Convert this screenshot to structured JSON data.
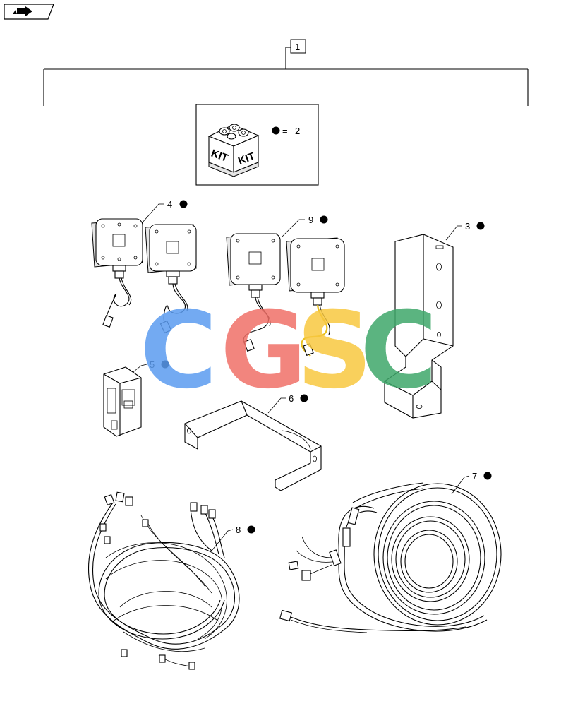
{
  "assembly": {
    "number": "1"
  },
  "kit": {
    "text_left": "KIT",
    "text_right": "KIT",
    "equals": "=",
    "quantity": "2"
  },
  "callouts": [
    {
      "id": "3",
      "marker": true
    },
    {
      "id": "4",
      "marker": true
    },
    {
      "id": "5",
      "marker": true
    },
    {
      "id": "6",
      "marker": true
    },
    {
      "id": "7",
      "marker": true
    },
    {
      "id": "8",
      "marker": true
    },
    {
      "id": "9",
      "marker": true
    }
  ],
  "watermark": {
    "letters": [
      "C",
      "G",
      "S",
      "C"
    ],
    "colors": [
      "#5b9cf0",
      "#f07068",
      "#f8c840",
      "#3fa86a"
    ]
  },
  "colors": {
    "line": "#000000",
    "background": "#ffffff",
    "yellow_wire": "#e8c020"
  }
}
